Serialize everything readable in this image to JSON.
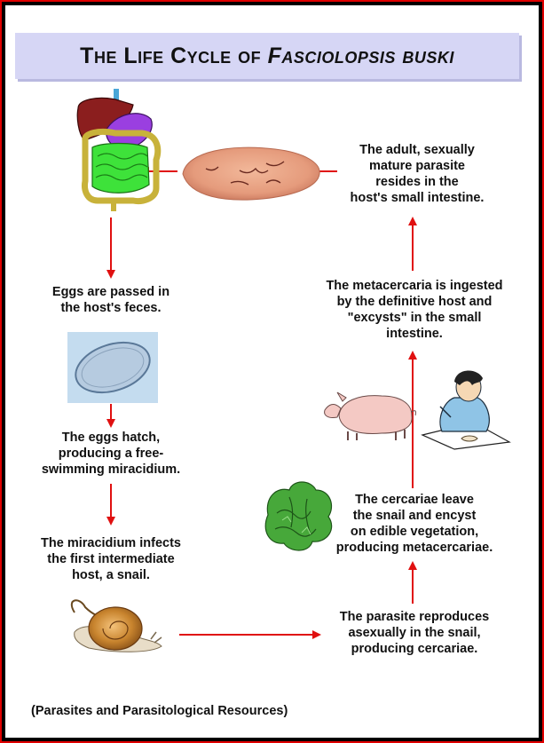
{
  "title": {
    "prefix": "The Life Cycle of",
    "organism": "Fasciolopsis buski"
  },
  "steps": {
    "adult": [
      "The adult, sexually",
      "mature parasite",
      "resides in the",
      "host's small intestine."
    ],
    "eggs_passed": [
      "Eggs are passed in",
      "the host's feces."
    ],
    "eggs_hatch": [
      "The eggs hatch,",
      "producing a free-",
      "swimming miracidium."
    ],
    "miracidium": [
      "The miracidium infects",
      "the first intermediate",
      "host, a snail."
    ],
    "reproduce": [
      "The parasite reproduces",
      "asexually in the snail,",
      "producing cercariae."
    ],
    "cercariae": [
      "The cercariae leave",
      "the snail and encyst",
      "on edible vegetation,",
      "producing metacercariae."
    ],
    "metacercaria": [
      "The metacercaria is ingested",
      "by the definitive host and",
      "\"excysts\" in the small",
      "intestine."
    ]
  },
  "source": "(Parasites and Parasitological Resources)",
  "colors": {
    "arrow": "#e01010",
    "frame": "#e00000",
    "title_bg": "#d6d6f5"
  },
  "icons": [
    "digestive-system-icon",
    "adult-fluke-icon",
    "egg-micrograph-icon",
    "snail-icon",
    "vegetation-icon",
    "pig-icon",
    "person-eating-icon"
  ]
}
